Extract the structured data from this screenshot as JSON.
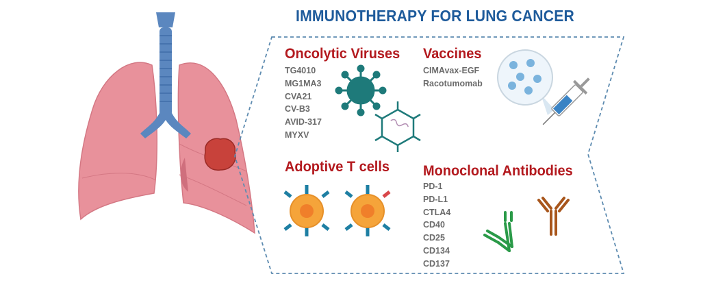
{
  "title": "IMMUNOTHERAPY FOR LUNG CANCER",
  "sections": {
    "oncolytic": {
      "heading": "Oncolytic Viruses",
      "items": [
        "TG4010",
        "MG1MA3",
        "CVA21",
        "CV-B3",
        "AVID-317",
        "MYXV"
      ]
    },
    "vaccines": {
      "heading": "Vaccines",
      "items": [
        "CIMAvax-EGF",
        "Racotumomab"
      ]
    },
    "adoptive": {
      "heading": "Adoptive T cells"
    },
    "antibodies": {
      "heading": "Monoclonal Antibodies",
      "items": [
        "PD-1",
        "PD-L1",
        "CTLA4",
        "CD40",
        "CD25",
        "CD134",
        "CD137"
      ]
    }
  },
  "colors": {
    "title": "#1e5b9b",
    "heading": "#b3191e",
    "list": "#6b6b6b",
    "lung": "#e8919b",
    "trachea": "#5b87bf",
    "tumor": "#c8423b",
    "virus": "#1e7a7a",
    "tcell": "#f5a43a",
    "antibody_green": "#2a9a48",
    "antibody_brown": "#a8561c"
  }
}
